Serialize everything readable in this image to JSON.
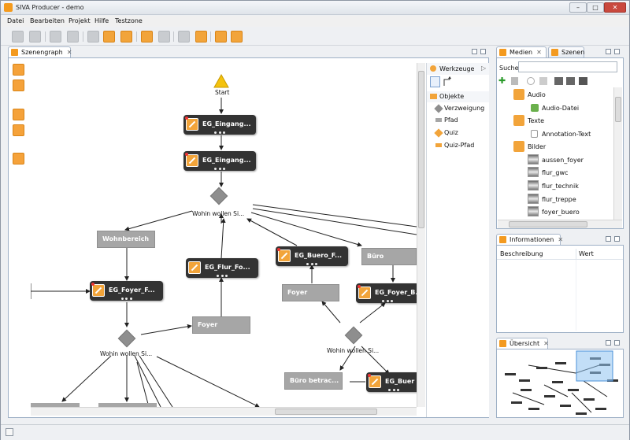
{
  "window": {
    "title": "SIVA Producer - demo"
  },
  "menu": [
    "Datei",
    "Bearbeiten",
    "Projekt",
    "Hilfe",
    "Testzone"
  ],
  "editor": {
    "tab_label": "Szenengraph"
  },
  "graph": {
    "start_label": "Start",
    "nodes": [
      "EG_Eingang...",
      "EG_Eingang...",
      "EG_Flur_Fo...",
      "EG_Buero_F...",
      "EG_Foyer_F...",
      "EG_Foyer_B...",
      "EG_Buer"
    ],
    "paths": [
      "Wohnbereich",
      "Büro",
      "Foyer",
      "Foyer",
      "Büro betrac..."
    ],
    "questions": [
      "Wohin wollen Si...",
      "Wohin wollen Si...",
      "Wohin wollen Si..."
    ]
  },
  "palette": {
    "tools_label": "Werkzeuge",
    "objects_label": "Objekte",
    "items": [
      "Verzweigung",
      "Pfad",
      "Quiz",
      "Quiz-Pfad"
    ]
  },
  "media": {
    "tab_label": "Medien",
    "tab2_label": "Szenen",
    "search_label": "Suche",
    "search_value": "",
    "tree": [
      {
        "label": "Audio",
        "level": 0
      },
      {
        "label": "Audio-Datei",
        "level": 1
      },
      {
        "label": "Texte",
        "level": 0
      },
      {
        "label": "Annotation-Text",
        "level": 1
      },
      {
        "label": "Bilder",
        "level": 0
      },
      {
        "label": "aussen_foyer",
        "level": 1
      },
      {
        "label": "flur_gwc",
        "level": 1
      },
      {
        "label": "flur_technik",
        "level": 1
      },
      {
        "label": "flur_treppe",
        "level": 1
      },
      {
        "label": "foyer_buero",
        "level": 1
      }
    ]
  },
  "info": {
    "tab_label": "Informationen",
    "col_desc": "Beschreibung",
    "col_value": "Wert"
  },
  "overview": {
    "tab_label": "Übersicht"
  },
  "colors": {
    "accent": "#f39a20",
    "node": "#333333",
    "path": "#a6a6a6"
  }
}
